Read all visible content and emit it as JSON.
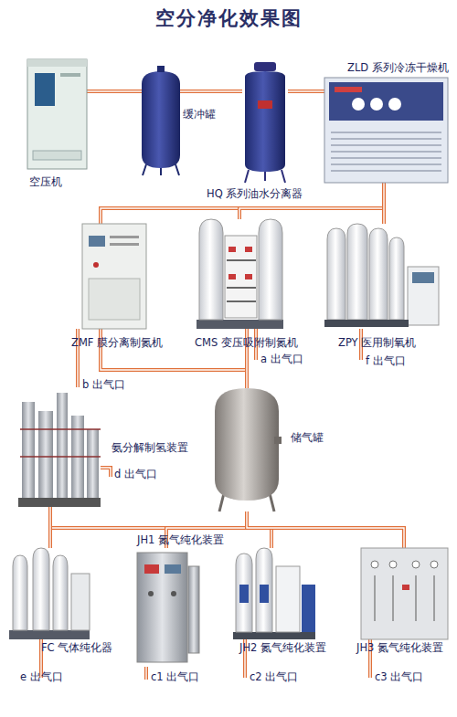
{
  "diagram": {
    "title": "空分净化效果图",
    "nodes": [
      {
        "text": [
          "空压机"
        ]
      },
      {
        "text": [
          "缓冲罐"
        ]
      },
      {
        "text": [
          "HQ 系列油水分离器"
        ]
      },
      {
        "text": [
          "ZLD 系列冷冻干燥机"
        ]
      },
      {
        "text": [
          "ZMF 膜分离制氮机"
        ]
      },
      {
        "text": [
          "CMS 变压吸附制氮机"
        ]
      },
      {
        "text": [
          "ZPY 医用制氧机"
        ]
      },
      {
        "text": [
          "氨分解制氢装置"
        ]
      },
      {
        "text": [
          "储气罐"
        ]
      },
      {
        "text": [
          "FC 气体纯化器"
        ]
      },
      {
        "text": [
          "JH1 氮气纯化装置"
        ]
      },
      {
        "text": [
          "JH2 氮气纯化装置"
        ]
      },
      {
        "text": [
          "JH3 氮气纯化装置"
        ]
      }
    ],
    "edges": [
      {
        "from": 0,
        "to": 1,
        "arrow": "none"
      },
      {
        "from": 1,
        "to": 2,
        "arrow": "none"
      },
      {
        "from": 2,
        "to": 3,
        "arrow": "none"
      },
      {
        "from": 3,
        "to": 4,
        "arrow": "none"
      },
      {
        "from": 3,
        "to": 5,
        "arrow": "none"
      },
      {
        "from": 3,
        "to": 6,
        "arrow": "none"
      },
      {
        "from": 4,
        "to": 8,
        "arrow": "none"
      },
      {
        "from": 5,
        "to": 8,
        "arrow": "none"
      },
      {
        "from": 8,
        "to": 9,
        "arrow": "none"
      },
      {
        "from": 8,
        "to": 10,
        "arrow": "none"
      },
      {
        "from": 8,
        "to": 11,
        "arrow": "none"
      },
      {
        "from": 8,
        "to": 12,
        "arrow": "none"
      },
      {
        "from": 7,
        "to": 9,
        "arrow": "none"
      }
    ],
    "labels": [
      "a 出气口",
      "b 出气口",
      "f 出气口",
      "d 出气口",
      "e 出气口",
      "c1 出气口",
      "c2 出气口",
      "c3 出气口"
    ]
  }
}
